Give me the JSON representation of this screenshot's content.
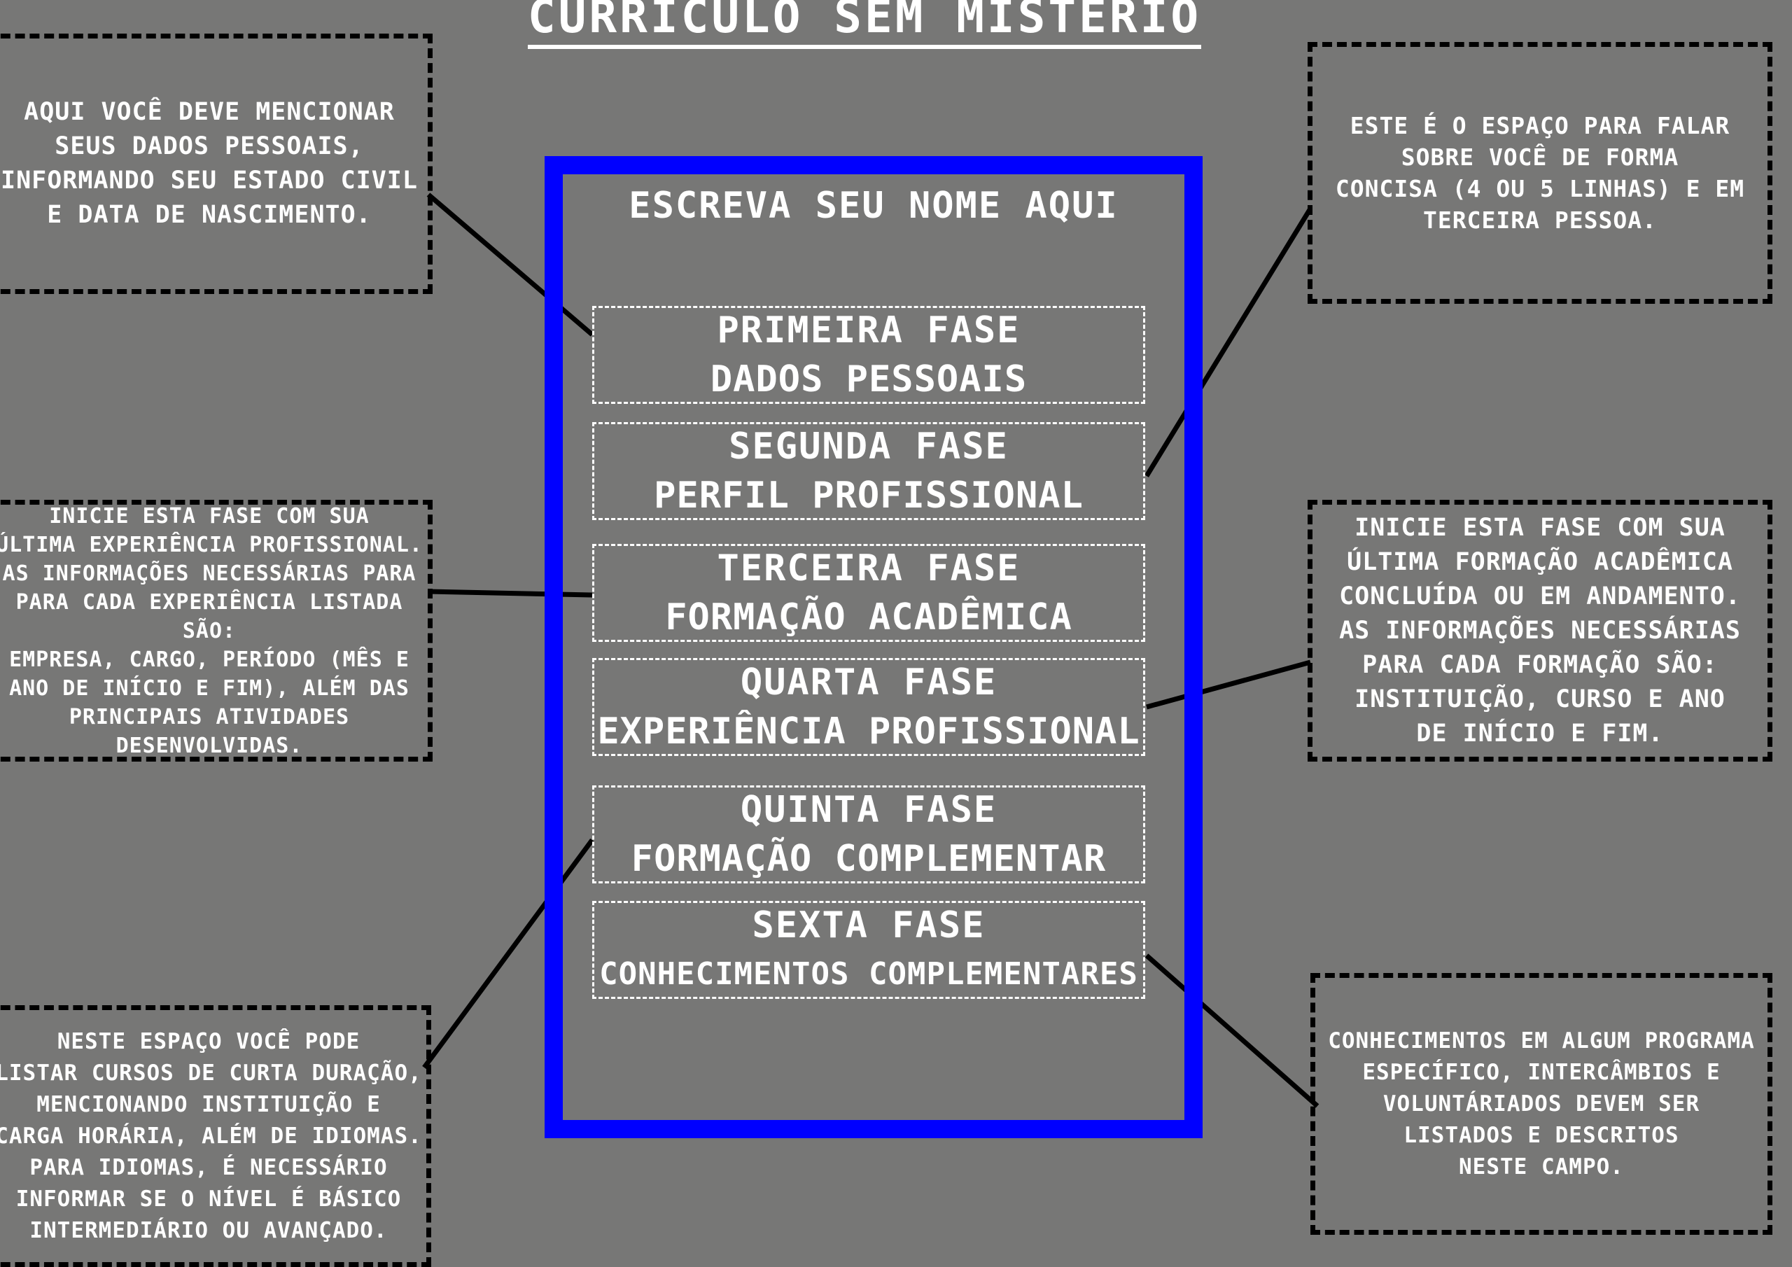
{
  "title": "CURRÍCULO SEM MISTÉRIO",
  "resume": {
    "name_placeholder": "ESCREVA SEU NOME AQUI",
    "frame_color": "#0000ff",
    "phases": [
      {
        "title": "PRIMEIRA FASE",
        "subtitle": "DADOS PESSOAIS"
      },
      {
        "title": "SEGUNDA FASE",
        "subtitle": "PERFIL PROFISSIONAL"
      },
      {
        "title": "TERCEIRA FASE",
        "subtitle": "FORMAÇÃO ACADÊMICA"
      },
      {
        "title": "QUARTA FASE",
        "subtitle": "EXPERIÊNCIA PROFISSIONAL"
      },
      {
        "title": "QUINTA FASE",
        "subtitle": "FORMAÇÃO COMPLEMENTAR"
      },
      {
        "title": "SEXTA FASE",
        "subtitle": "CONHECIMENTOS COMPLEMENTARES"
      }
    ]
  },
  "notes": {
    "personal_data": "AQUI VOCÊ DEVE MENCIONAR\nSEUS DADOS PESSOAIS,\nINFORMANDO SEU ESTADO CIVIL\nE DATA DE NASCIMENTO.",
    "professional_profile": "ESTE É O ESPAÇO PARA FALAR\nSOBRE VOCÊ DE FORMA\nCONCISA (4 OU 5 LINHAS) E EM\nTERCEIRA PESSOA.",
    "professional_experience": "INICIE ESTA FASE COM SUA\nÚLTIMA EXPERIÊNCIA PROFISSIONAL.\nAS INFORMAÇÕES NECESSÁRIAS PARA\nPARA CADA EXPERIÊNCIA LISTADA SÃO:\nEMPRESA, CARGO, PERÍODO (MÊS E\nANO DE INÍCIO E FIM), ALÉM DAS\nPRINCIPAIS ATIVIDADES\nDESENVOLVIDAS.",
    "academic_education": "INICIE  ESTA FASE COM SUA\nÚLTIMA FORMAÇÃO ACADÊMICA\nCONCLUÍDA OU EM ANDAMENTO.\nAS INFORMAÇÕES NECESSÁRIAS\nPARA CADA FORMAÇÃO SÃO:\nINSTITUIÇÃO, CURSO E ANO\nDE INÍCIO E FIM.",
    "complementary_education": "NESTE ESPAÇO VOCÊ PODE\nLISTAR CURSOS DE CURTA DURAÇÃO,\nMENCIONANDO INSTITUIÇÃO E\nCARGA HORÁRIA, ALÉM DE IDIOMAS.\nPARA IDIOMAS, É NECESSÁRIO\nINFORMAR SE O NÍVEL É BÁSICO\nINTERMEDIÁRIO OU AVANÇADO.",
    "complementary_knowledge": "CONHECIMENTOS EM ALGUM PROGRAMA\nESPECÍFICO, INTERCÂMBIOS E\nVOLUNTÁRIADOS DEVEM SER\nLISTADOS E DESCRITOS\nNESTE CAMPO."
  }
}
